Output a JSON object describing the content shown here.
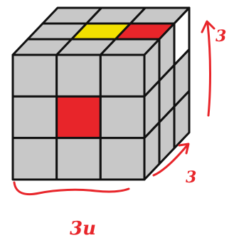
{
  "cube": {
    "grid_size": 3,
    "colors": {
      "sticker": "#c8c8c8",
      "edge": "#111111",
      "yellow": "#f2e000",
      "red": "#e8252a",
      "white": "#ffffff"
    },
    "front_face": [
      [
        "gray",
        "gray",
        "gray"
      ],
      [
        "gray",
        "red",
        "gray"
      ],
      [
        "gray",
        "gray",
        "gray"
      ]
    ],
    "top_face": [
      [
        "gray",
        "gray",
        "gray"
      ],
      [
        "gray",
        "yellow",
        "red"
      ],
      [
        "gray",
        "gray",
        "gray"
      ]
    ],
    "right_face": [
      [
        "gray",
        "gray",
        "white"
      ],
      [
        "gray",
        "gray",
        "gray"
      ],
      [
        "gray",
        "gray",
        "gray"
      ]
    ]
  },
  "annotations": {
    "ink_color": "#e8252a",
    "width_label": "3u",
    "depth_label": "3",
    "height_label": "3"
  }
}
